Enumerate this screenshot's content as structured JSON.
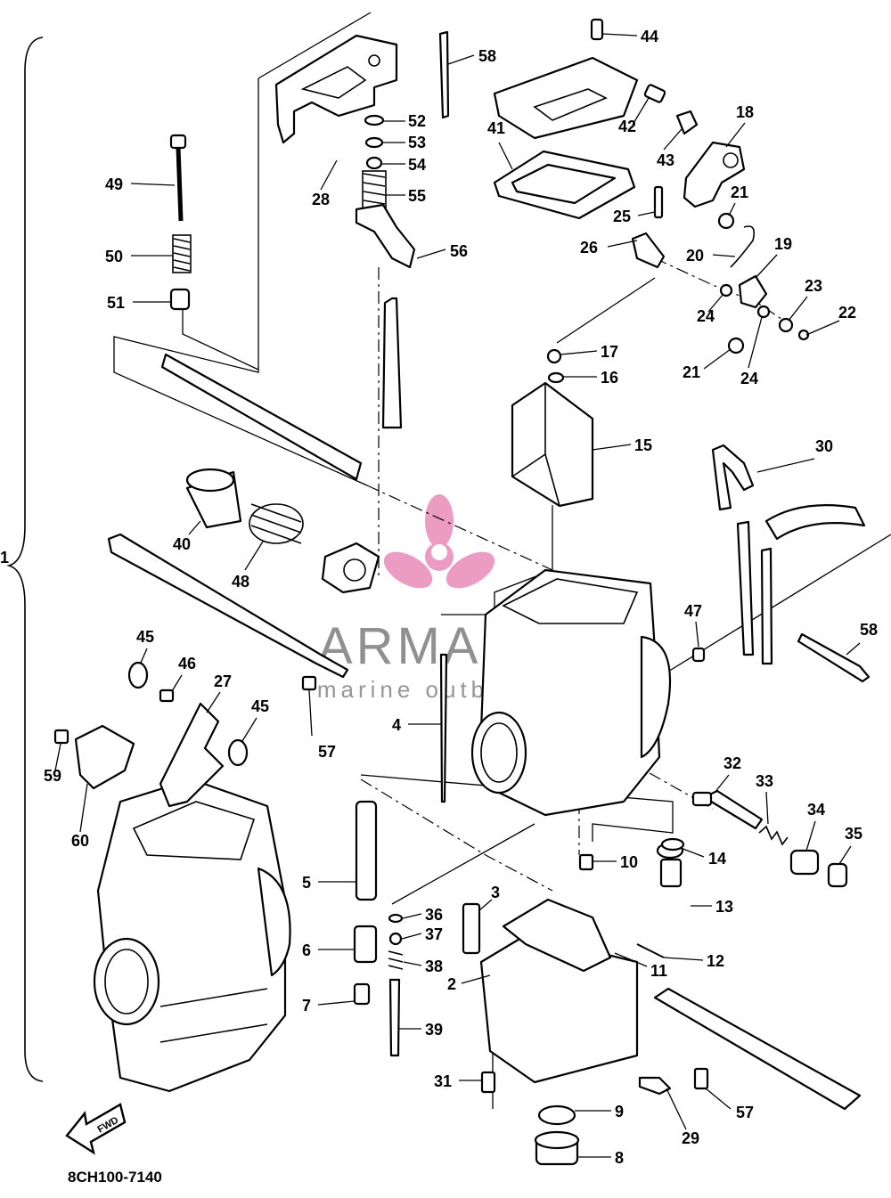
{
  "diagram_code": "8CH100-7140",
  "fwd_label": "FWD",
  "watermark": {
    "brand": "ARMADA",
    "tagline": "marine outboards",
    "color_brand": "#6b6b6b",
    "color_logo": "#e98bb8"
  },
  "callouts": [
    "1",
    "2",
    "3",
    "4",
    "5",
    "6",
    "7",
    "8",
    "9",
    "10",
    "11",
    "12",
    "13",
    "14",
    "15",
    "16",
    "17",
    "18",
    "19",
    "20",
    "21",
    "21",
    "22",
    "23",
    "24",
    "24",
    "25",
    "26",
    "27",
    "28",
    "29",
    "30",
    "31",
    "32",
    "33",
    "34",
    "35",
    "36",
    "37",
    "38",
    "39",
    "40",
    "41",
    "42",
    "43",
    "44",
    "45",
    "45",
    "46",
    "47",
    "48",
    "49",
    "50",
    "51",
    "52",
    "53",
    "54",
    "55",
    "56",
    "57",
    "57",
    "58",
    "58",
    "59",
    "60"
  ]
}
